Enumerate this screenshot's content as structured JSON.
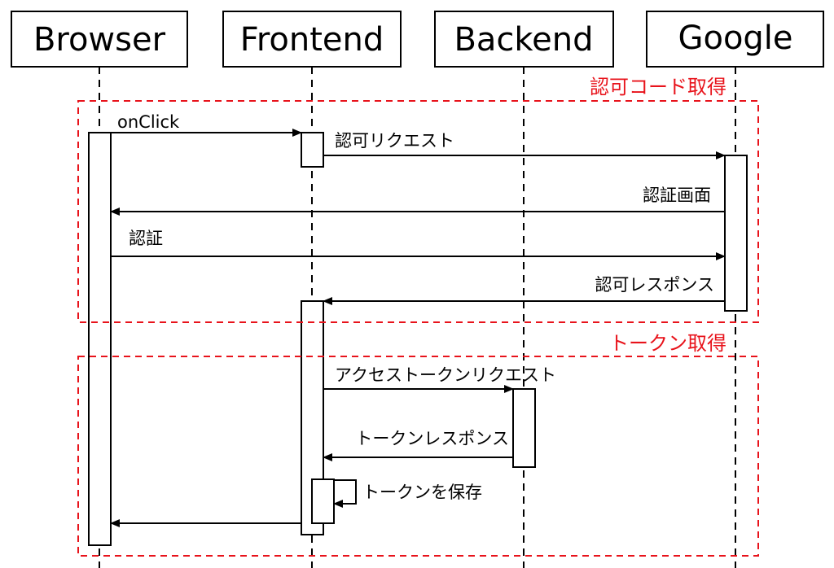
{
  "actors": [
    "Browser",
    "Frontend",
    "Backend",
    "Google"
  ],
  "frames": [
    {
      "label": "認可コード取得"
    },
    {
      "label": "トークン取得"
    }
  ],
  "messages": [
    {
      "label": "onClick"
    },
    {
      "label": "認可リクエスト"
    },
    {
      "label": "認証画面"
    },
    {
      "label": "認証"
    },
    {
      "label": "認可レスポンス"
    },
    {
      "label": "アクセストークンリクエスト"
    },
    {
      "label": "トークンレスポンス"
    },
    {
      "label": "トークンを保存"
    }
  ],
  "colors": {
    "frame": "#e8131b",
    "line": "#000000"
  }
}
